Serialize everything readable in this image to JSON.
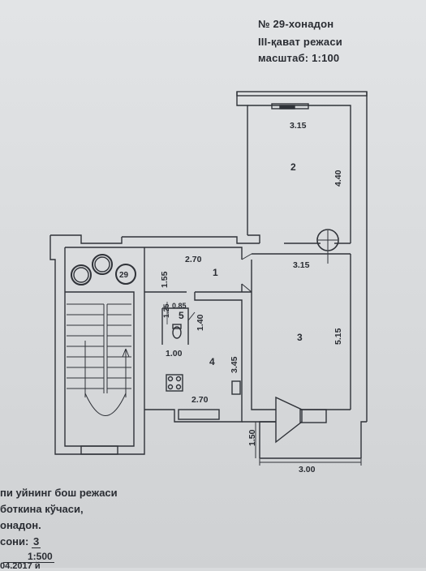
{
  "header": {
    "line1": "№ 29-хонадон",
    "line2": "III-қават режаси",
    "line3": "масштаб: 1:100"
  },
  "rooms": {
    "r1": {
      "number": "1",
      "w": "2.70",
      "h": "1.55"
    },
    "r2": {
      "number": "2",
      "w": "3.15",
      "h": "4.40"
    },
    "r3": {
      "number": "3",
      "w": "3.15",
      "h": "5.15"
    },
    "r4": {
      "number": "4",
      "w": "2.70",
      "h": "3.45",
      "w2": "1.00",
      "h2": "1.40"
    },
    "r5": {
      "number": "5",
      "w": "0.85",
      "h": "1.25"
    }
  },
  "balcony": {
    "w": "3.00",
    "h": "1.50"
  },
  "stair_label": "29",
  "footer": {
    "line1": "пи уйнинг бош режаси",
    "line2": "боткина кўчаси,",
    "line3": "онадон.",
    "line4_label": "сони:",
    "line4_value": "3",
    "scale": "1:500",
    "date": "04.2017 й"
  }
}
